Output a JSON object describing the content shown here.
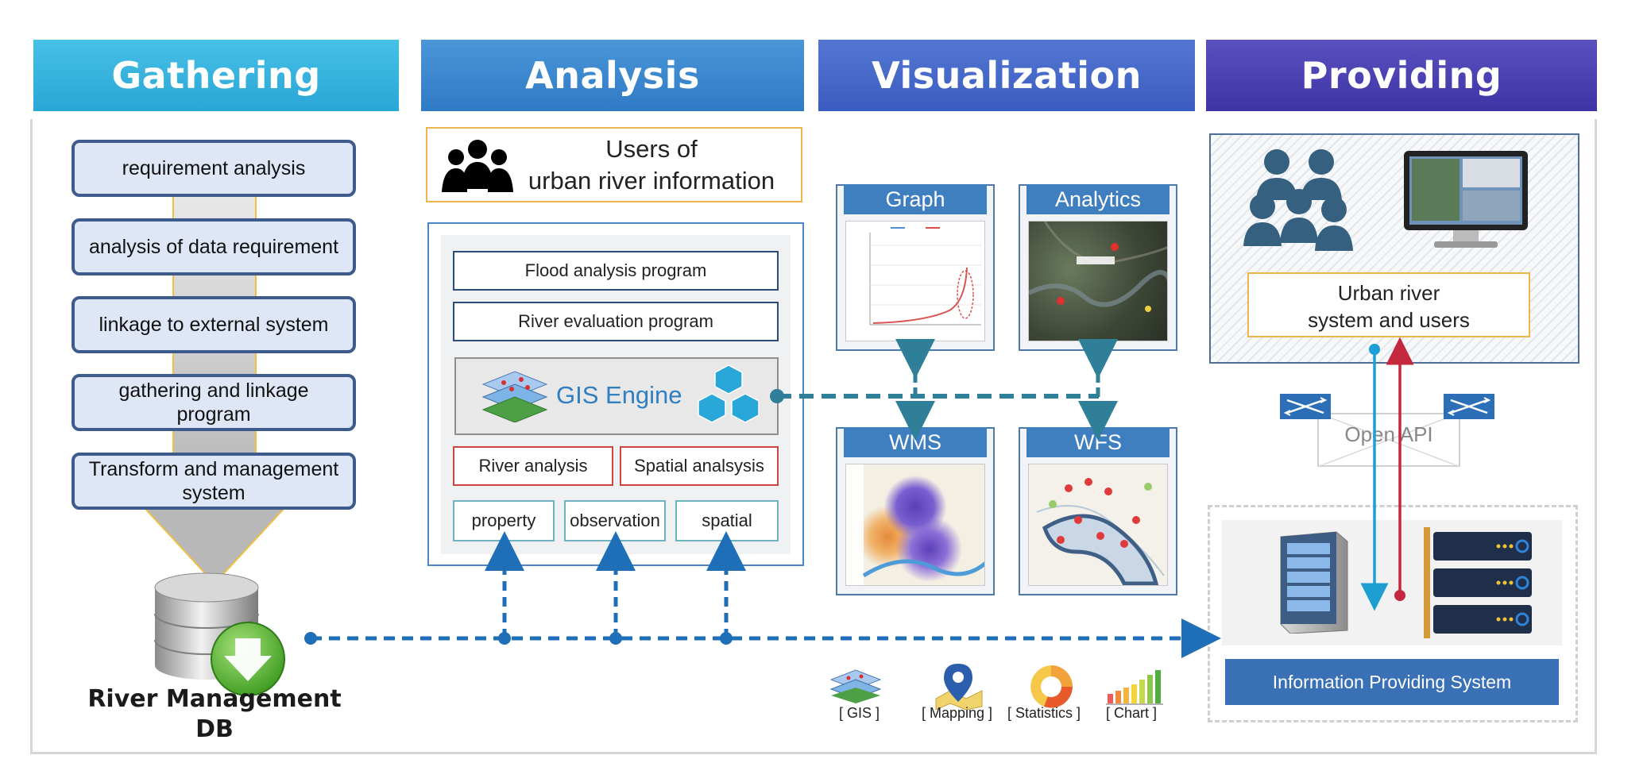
{
  "headers": {
    "gathering": "Gathering",
    "analysis": "Analysis",
    "visualization": "Visualization",
    "providing": "Providing"
  },
  "gathering": {
    "steps": [
      "requirement  analysis",
      "analysis of data requirement",
      "linkage to external system",
      "gathering  and linkage program",
      "Transform  and management  system"
    ],
    "db_label_line1": "River Management",
    "db_label_line2": "DB"
  },
  "analysis": {
    "users_line1": "Users of",
    "users_line2": "urban river information",
    "programs": [
      "Flood analysis program",
      "River evaluation program"
    ],
    "engine": "GIS Engine",
    "modules": [
      "River analysis",
      "Spatial analsysis"
    ],
    "data": [
      "property",
      "observation",
      "spatial"
    ]
  },
  "visualization": {
    "cards": {
      "graph": "Graph",
      "analytics": "Analytics",
      "wms": "WMS",
      "wfs": "WFS"
    },
    "legend": [
      "[ GIS ]",
      "[ Mapping ]",
      "[ Statistics ]",
      "[ Chart ]"
    ]
  },
  "providing": {
    "users_line1": "Urban river",
    "users_line2": "system and users",
    "api": "Open API",
    "system": "Information Providing System"
  },
  "colors": {
    "gathering": "#36b4df",
    "analysis": "#3a87cf",
    "visualization": "#4466c8",
    "providing": "#4a3fb1",
    "connector": "#1f6fb8",
    "viz_connector": "#2f7f98",
    "down_link": "#1d9fd4",
    "up_link": "#c4283f"
  }
}
